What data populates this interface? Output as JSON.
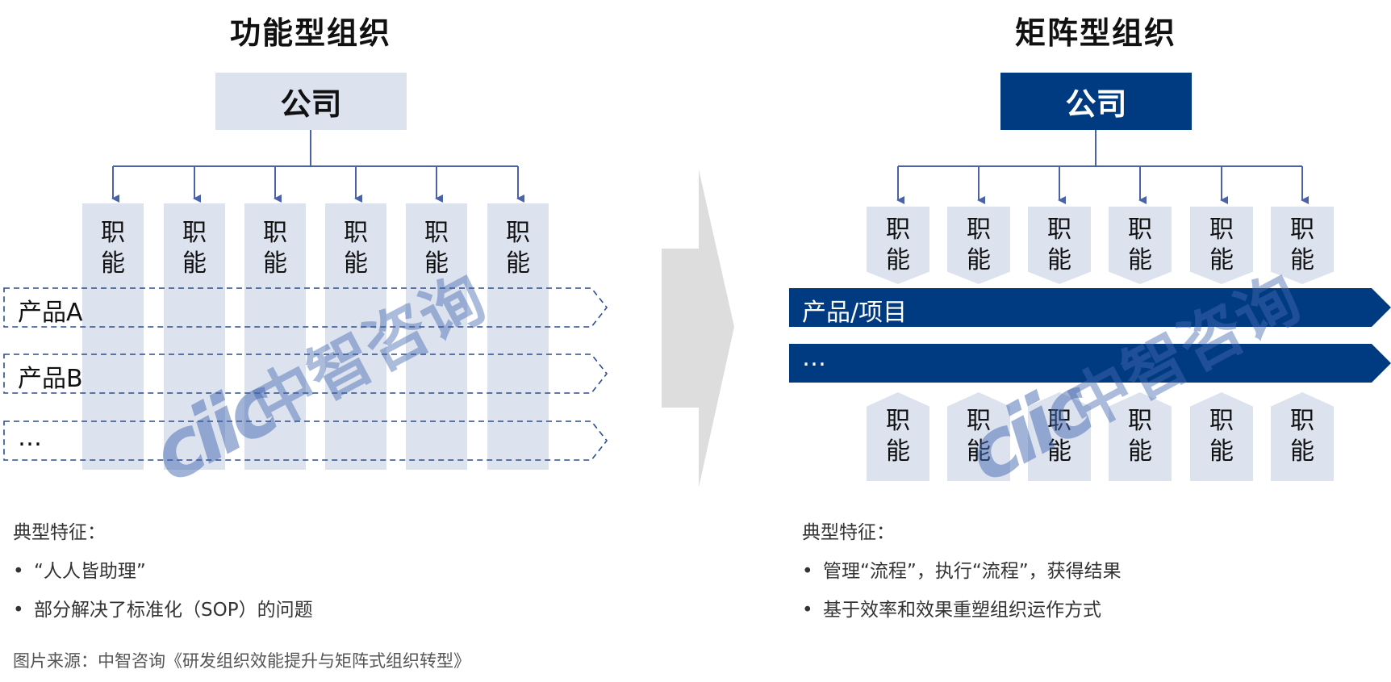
{
  "left": {
    "title": "功能型组织",
    "company": "公司",
    "functions": [
      {
        "line1": "职",
        "line2": "能"
      },
      {
        "line1": "职",
        "line2": "能"
      },
      {
        "line1": "职",
        "line2": "能"
      },
      {
        "line1": "职",
        "line2": "能"
      },
      {
        "line1": "职",
        "line2": "能"
      },
      {
        "line1": "职",
        "line2": "能"
      }
    ],
    "products": [
      "产品A",
      "产品B",
      "…"
    ],
    "features_heading": "典型特征：",
    "features": [
      "“人人皆助理”",
      "部分解决了标准化（SOP）的问题"
    ]
  },
  "right": {
    "title": "矩阵型组织",
    "company": "公司",
    "functions_top": [
      {
        "line1": "职",
        "line2": "能"
      },
      {
        "line1": "职",
        "line2": "能"
      },
      {
        "line1": "职",
        "line2": "能"
      },
      {
        "line1": "职",
        "line2": "能"
      },
      {
        "line1": "职",
        "line2": "能"
      },
      {
        "line1": "职",
        "line2": "能"
      }
    ],
    "functions_bottom": [
      {
        "line1": "职",
        "line2": "能"
      },
      {
        "line1": "职",
        "line2": "能"
      },
      {
        "line1": "职",
        "line2": "能"
      },
      {
        "line1": "职",
        "line2": "能"
      },
      {
        "line1": "职",
        "line2": "能"
      },
      {
        "line1": "职",
        "line2": "能"
      }
    ],
    "bars": [
      "产品/项目",
      "…"
    ],
    "features_heading": "典型特征：",
    "features": [
      "管理“流程”，执行“流程”，获得结果",
      "基于效率和效果重塑组织运作方式"
    ]
  },
  "bullet": "•",
  "source": "图片来源：中智咨询《研发组织效能提升与矩阵式组织转型》",
  "watermark": {
    "logo": "ciic",
    "text": "中智咨询"
  },
  "colors": {
    "navy": "#003b82",
    "light_blue": "#dce2ee",
    "connector": "#4a63a8",
    "center_arrow": "#dddddd"
  }
}
